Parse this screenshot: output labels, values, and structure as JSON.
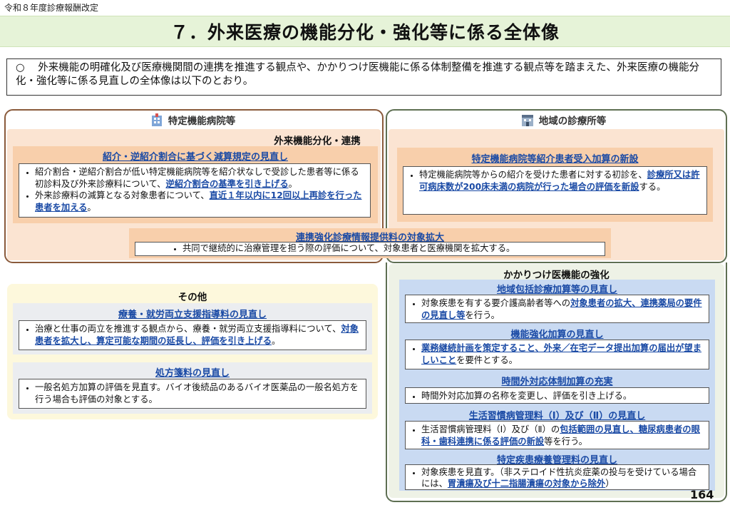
{
  "header": {
    "top_label": "令和８年度診療報酬改定"
  },
  "title": "７．外来医療の機能分化・強化等に係る全体像",
  "intro": {
    "bullet": "○",
    "text": "外来機能の明確化及び医療機関間の連携を推進する観点や、かかりつけ医機能に係る体制整備を推進する観点等を踏まえた、外来医療の機能分化・強化等に係る見直しの全体像は以下のとおり。"
  },
  "left_section": {
    "heading": "特定機能病院等",
    "icon": "hospital-icon",
    "sub_heading": "外来機能分化・連携",
    "item1": {
      "title": "紹介・逆紹介割合に基づく減算規定の見直し",
      "b1_pre": "紹介割合・逆紹介割合が低い特定機能病院等を紹介状なしで受診した患者等に係る初診料及び外来診療料について、",
      "b1_em": "逆紹介割合の基準を引き上げる",
      "b1_post": "。",
      "b2_pre": "外来診療料の減算となる対象患者について、",
      "b2_em": "直近１年以内に12回以上再診を行った患者を加える",
      "b2_post": "。"
    }
  },
  "right_section": {
    "heading": "地域の診療所等",
    "icon": "clinic-icon",
    "item1": {
      "title": "特定機能病院等紹介患者受入加算の新設",
      "b1_pre": "特定機能病院等からの紹介を受けた患者に対する初診を、",
      "b1_em": "診療所又は許可病床数が200床未満の病院が行った場合の評価を新設",
      "b1_post": "する。"
    }
  },
  "shared_item": {
    "title": "連携強化診療情報提供料の対象拡大",
    "b1": "共同で継続的に治療管理を担う際の評価について、対象患者と医療機関を拡大する。"
  },
  "other_section": {
    "heading": "その他",
    "item1": {
      "title": "療養・就労両立支援指導料の見直し",
      "b1_pre": "治療と仕事の両立を推進する観点から、療養・就労両立支援指導料について、",
      "b1_em": "対象患者を拡大し、算定可能な期間の延長し、評価を引き上げる",
      "b1_post": "。"
    },
    "item2": {
      "title": "処方箋料の見直し",
      "b1": "一般名処方加算の評価を見直す。バイオ後続品のあるバイオ医薬品の一般名処方を行う場合も評価の対象とする。"
    }
  },
  "kakaritsuke_section": {
    "heading": "かかりつけ医機能の強化",
    "item1": {
      "title": "地域包括診療加算等の見直し",
      "b1_pre": "対象疾患を有する要介護高齢者等への",
      "b1_em": "対象患者の拡大、連携薬局の要件の見直し等",
      "b1_post": "を行う。"
    },
    "item2": {
      "title": "機能強化加算の見直し",
      "b1_em": "業務継続計画を策定すること、外来／在宅データ提出加算の届出が望ましいこと",
      "b1_post": "を要件とする。"
    },
    "item3": {
      "title": "時間外対応体制加算の充実",
      "b1": "時間外対応加算の名称を変更し、評価を引き上げる。"
    },
    "item4": {
      "title": "生活習慣病管理料（Ⅰ）及び（Ⅱ）の見直し",
      "b1_pre": "生活習慣病管理料（Ⅰ）及び（Ⅱ）の",
      "b1_em": "包括範囲の見直し、糖尿病患者の眼科・歯科連携に係る評価の新設",
      "b1_post": "等を行う。"
    },
    "item5": {
      "title": "特定疾患療養管理料の見直し",
      "b1_pre": "対象疾患を見直す。（非ステロイド性抗炎症薬の投与を受けている場合には、",
      "b1_em": "胃潰瘍及び十二指腸潰瘍の対象から除外",
      "b1_post": "）"
    }
  },
  "page_number": "164",
  "colors": {
    "title_bg": "#e6f3d8",
    "accent_blue": "#1a4aa5",
    "frame_brown": "#8a5a3b",
    "frame_green": "#5e6f52"
  }
}
